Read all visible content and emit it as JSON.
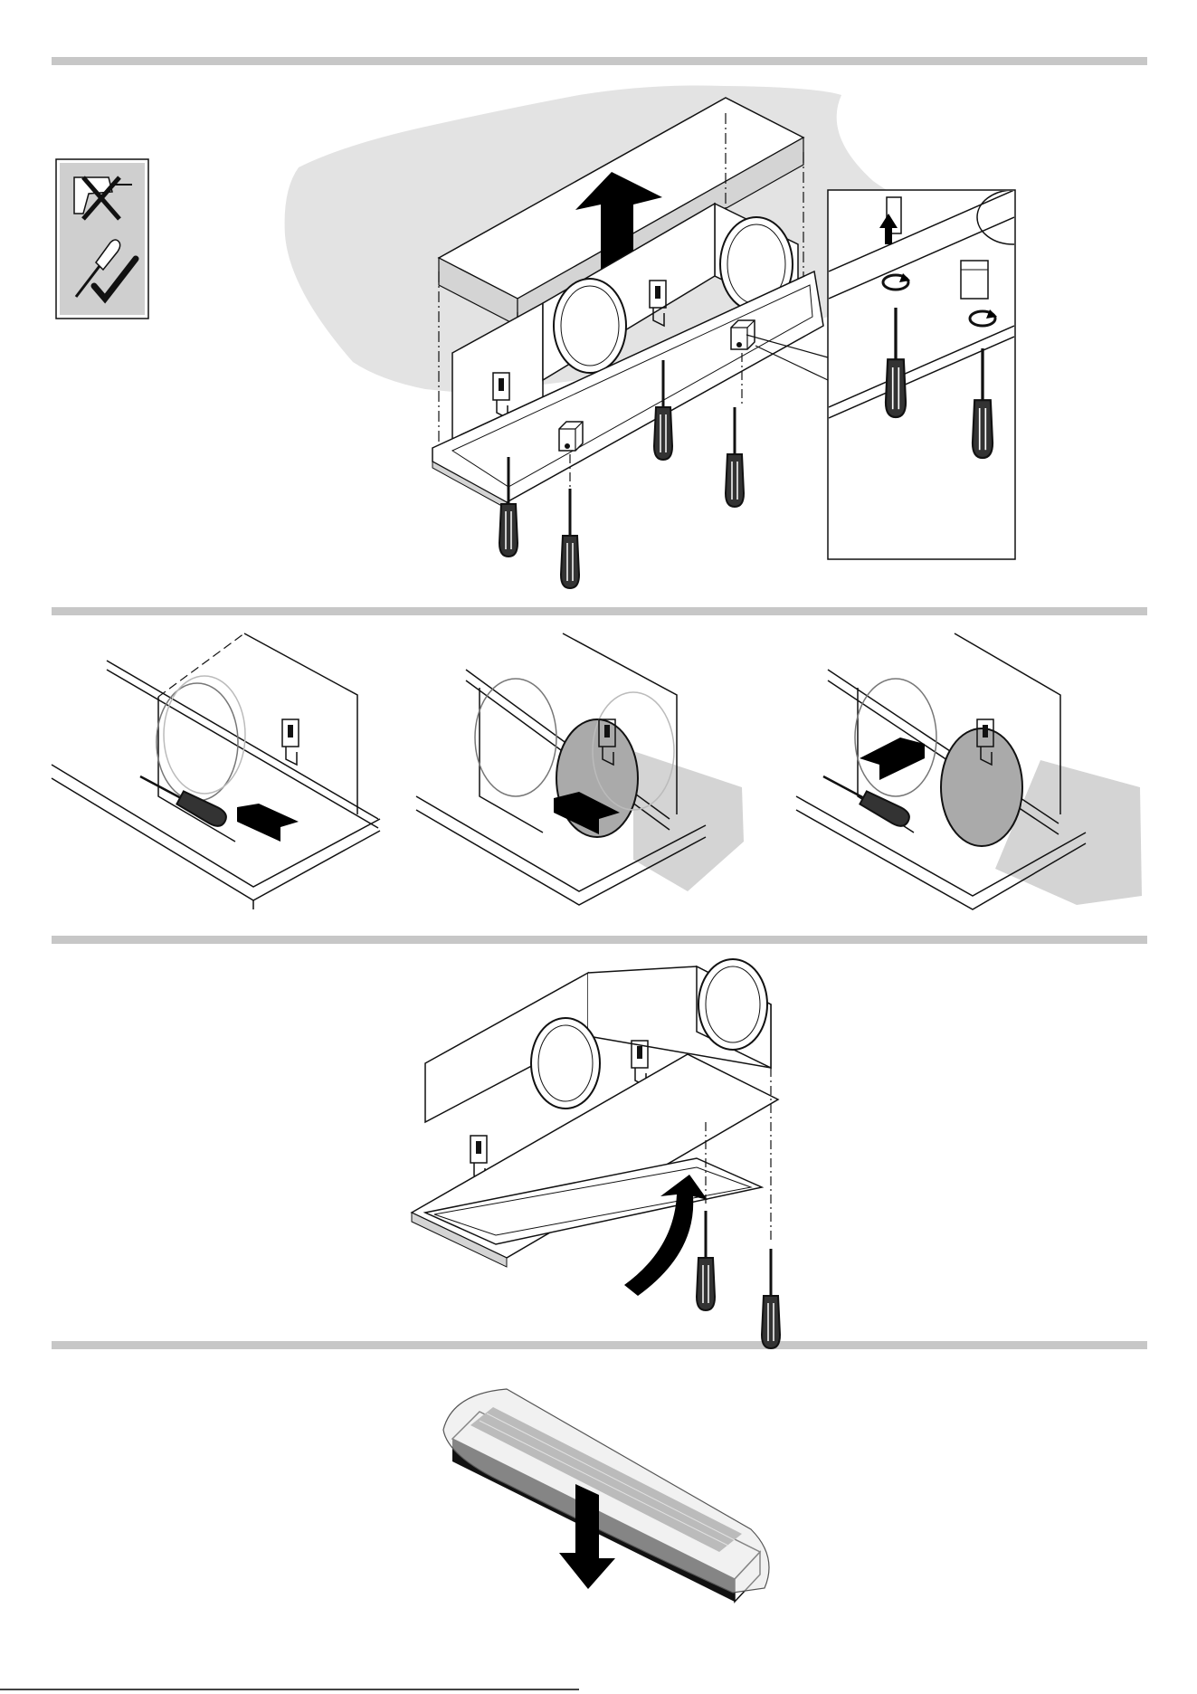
{
  "document": {
    "type": "installation-instructions",
    "page_number": ""
  },
  "steps": [
    {
      "id": "step-1",
      "content": "remove-top-cover-and-loosen-screws"
    },
    {
      "id": "step-2",
      "content": "unclip-and-insert-duct-connectors"
    },
    {
      "id": "step-3",
      "content": "fit-bottom-panel-and-tighten-screws"
    },
    {
      "id": "step-4",
      "content": "remove-filter-from-packaging"
    }
  ],
  "icons": {
    "no_power_drill": "drill-prohibited-icon",
    "use_screwdriver": "screwdriver-allowed-icon"
  },
  "colors": {
    "rule": "#c7c7c7",
    "ceiling_shade": "#e3e3e3",
    "line": "#1a1a1a",
    "arrow": "#000000"
  }
}
